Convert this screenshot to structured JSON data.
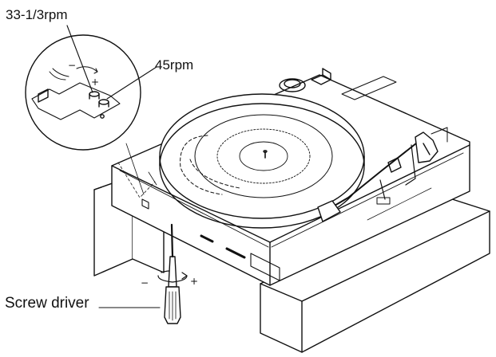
{
  "labels": {
    "speed_33": "33-1/3rpm",
    "speed_45": "45rpm",
    "screw_driver": "Screw driver"
  },
  "symbols": {
    "minus": "−",
    "plus": "+"
  },
  "colors": {
    "line": "#111111",
    "background": "#ffffff"
  },
  "icons": {
    "inset": "magnified-adjuster-detail",
    "turntable": "turntable-illustration",
    "tool": "screwdriver-icon",
    "rotation": "rotation-arrow-icon"
  }
}
